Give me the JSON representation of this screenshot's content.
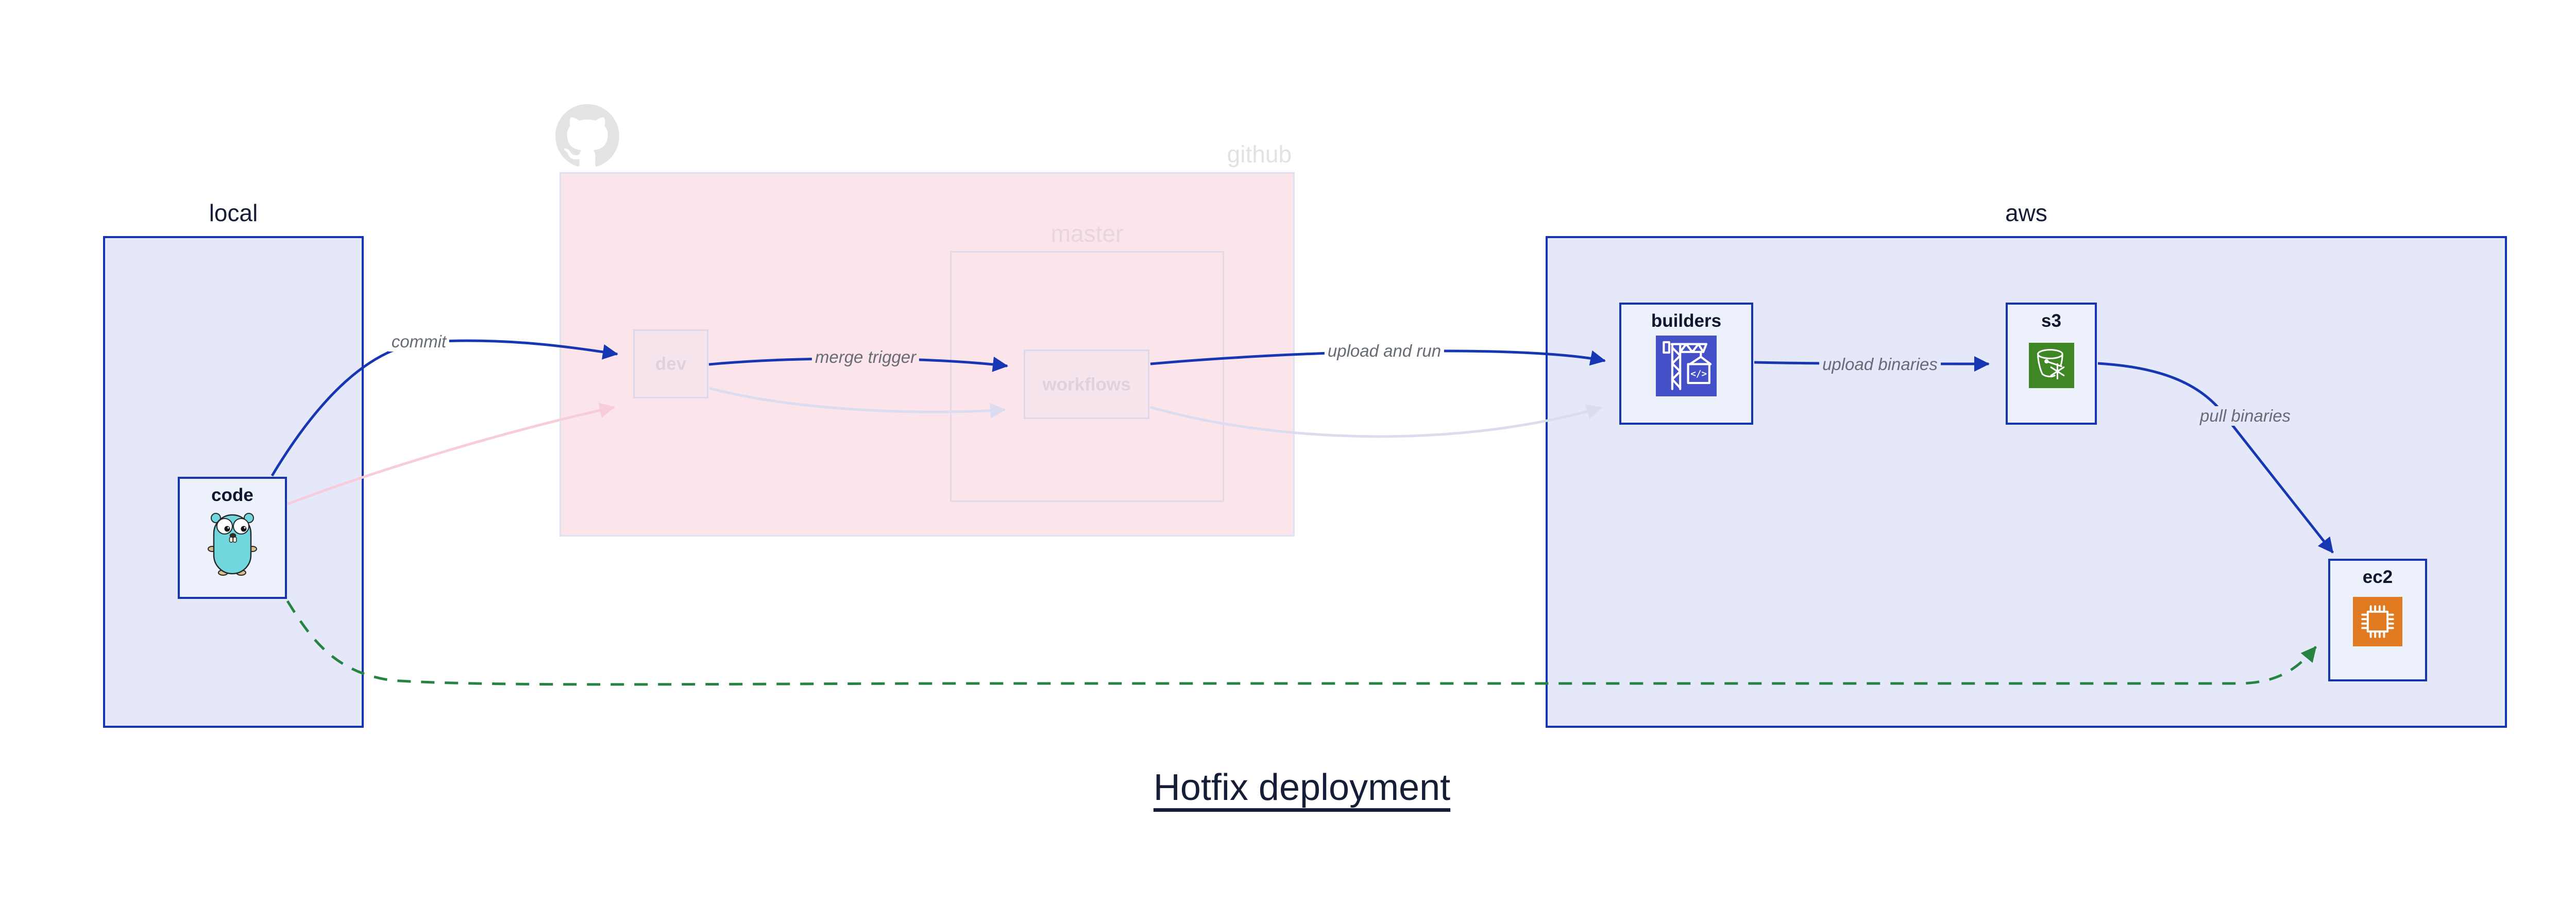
{
  "title": {
    "text": "Hotfix deployment"
  },
  "groups": {
    "local": {
      "label": "local"
    },
    "github": {
      "label": "github"
    },
    "master": {
      "label": "master"
    },
    "aws": {
      "label": "aws"
    }
  },
  "nodes": {
    "code": {
      "label": "code",
      "icon": "go-gopher-icon"
    },
    "dev": {
      "label": "dev"
    },
    "workflows": {
      "label": "workflows"
    },
    "builders": {
      "label": "builders",
      "icon": "codebuild-crane-icon",
      "icon_text": "</>"
    },
    "s3": {
      "label": "s3",
      "icon": "s3-bucket-icon"
    },
    "ec2": {
      "label": "ec2",
      "icon": "ec2-chip-icon"
    }
  },
  "edges": {
    "commit": {
      "label": "commit"
    },
    "merge_trigger": {
      "label": "merge trigger"
    },
    "upload_and_run": {
      "label": "upload and run"
    },
    "upload_binaries": {
      "label": "upload binaries"
    },
    "pull_binaries": {
      "label": "pull binaries"
    },
    "hotfix_dashed": {
      "label": ""
    }
  },
  "icons": {
    "github_logo": "octocat-icon"
  },
  "colors": {
    "edge_blue": "#1636b4",
    "edge_green": "#278342",
    "faded_pink_edge": "#f6cdd8",
    "faded_lavender_edge": "#dcdcf0",
    "box_blue_fill": "#e4e8f9",
    "box_blue_border": "#1434b3",
    "github_pink_fill": "#fbe4ea",
    "github_border": "#dee3f4",
    "github_label": "#e2e2e2",
    "master_border": "#e4d9e8",
    "master_label": "#e8d6de",
    "node_fill": "#edf1fb",
    "faded_node_fill": "#f7e5ee",
    "faded_node_border": "#dcd8ec",
    "faded_text": "#ddd2de",
    "node_text": "#10182f",
    "navy_text": "#161d36",
    "edge_label": "#666b76",
    "builders_icon_bg": "#4350c8",
    "s3_icon_bg": "#3f8624",
    "ec2_icon_bg": "#e07b22",
    "octocat_gray": "#e3e3e3",
    "gopher_body": "#6fd7dd",
    "gopher_tan": "#d9bd8f"
  }
}
